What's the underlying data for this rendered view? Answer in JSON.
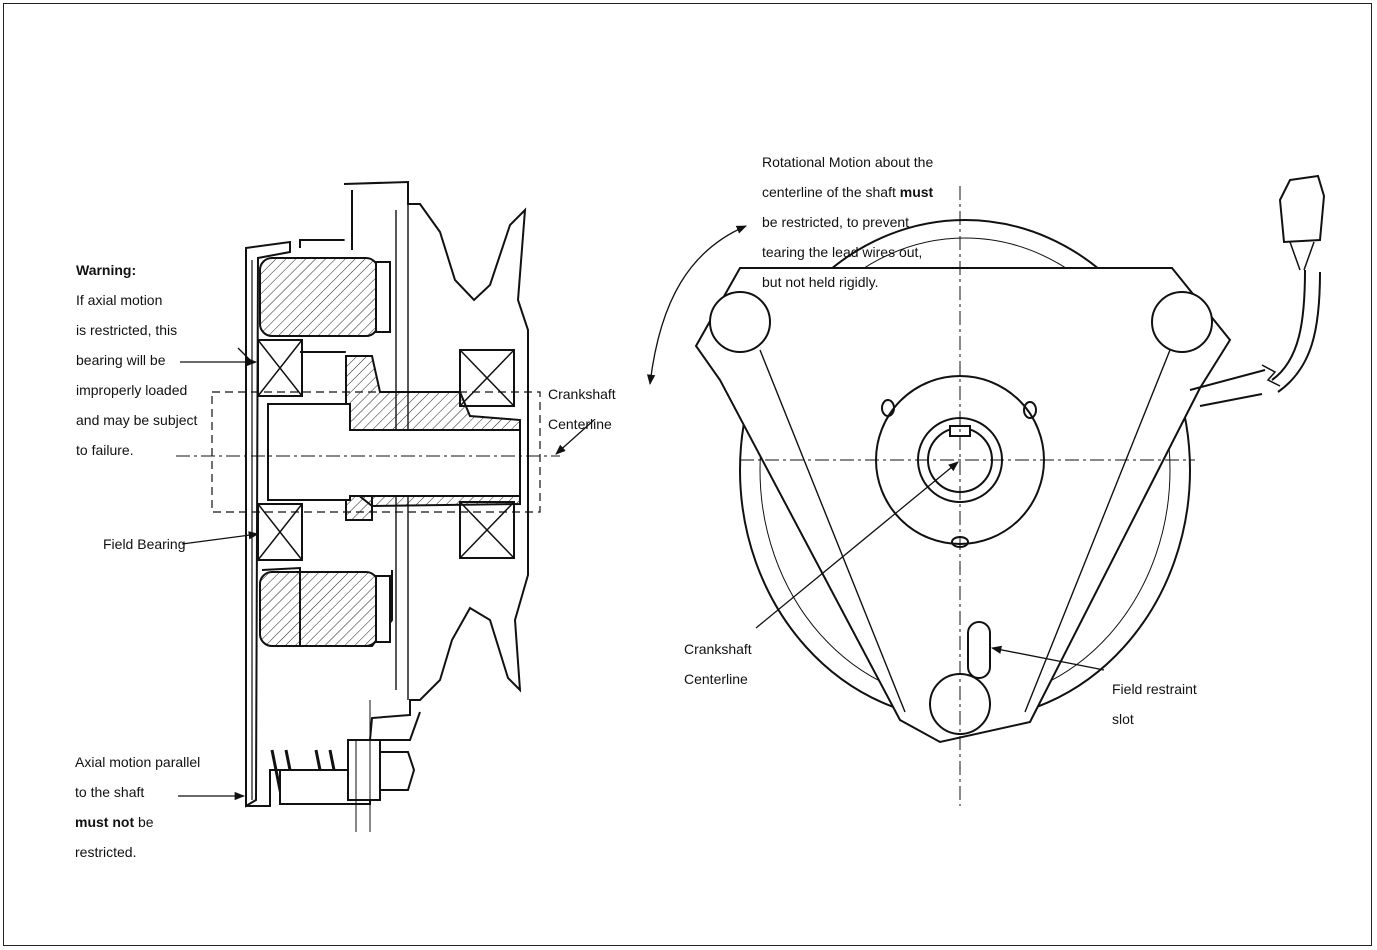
{
  "labels": {
    "warning_title": "Warning:",
    "warning_line1": "If axial motion",
    "warning_line2": "is restricted, this",
    "warning_line3": "bearing  will be",
    "warning_line4": "improperly loaded",
    "warning_line5": "and may be  subject",
    "warning_line6": "to failure.",
    "field_bearing": "Field Bearing",
    "axial_line1": "Axial motion parallel",
    "axial_line2": "to the shaft",
    "axial_bold": "must not",
    "axial_line3_rest": " be",
    "axial_line4": "restricted.",
    "crank_left_1": "Crankshaft",
    "crank_left_2": "Centerline",
    "rot_line1": "Rotational Motion about the",
    "rot_line2_a": "centerline of the shaft ",
    "rot_line2_bold": "must",
    "rot_line3": "be restricted, to prevent",
    "rot_line4": "tearing the lead wires out,",
    "rot_line5": "but not held rigidly.",
    "crank_right_1": "Crankshaft",
    "crank_right_2": "Centerline",
    "restraint_1": "Field restraint",
    "restraint_2": "slot"
  }
}
